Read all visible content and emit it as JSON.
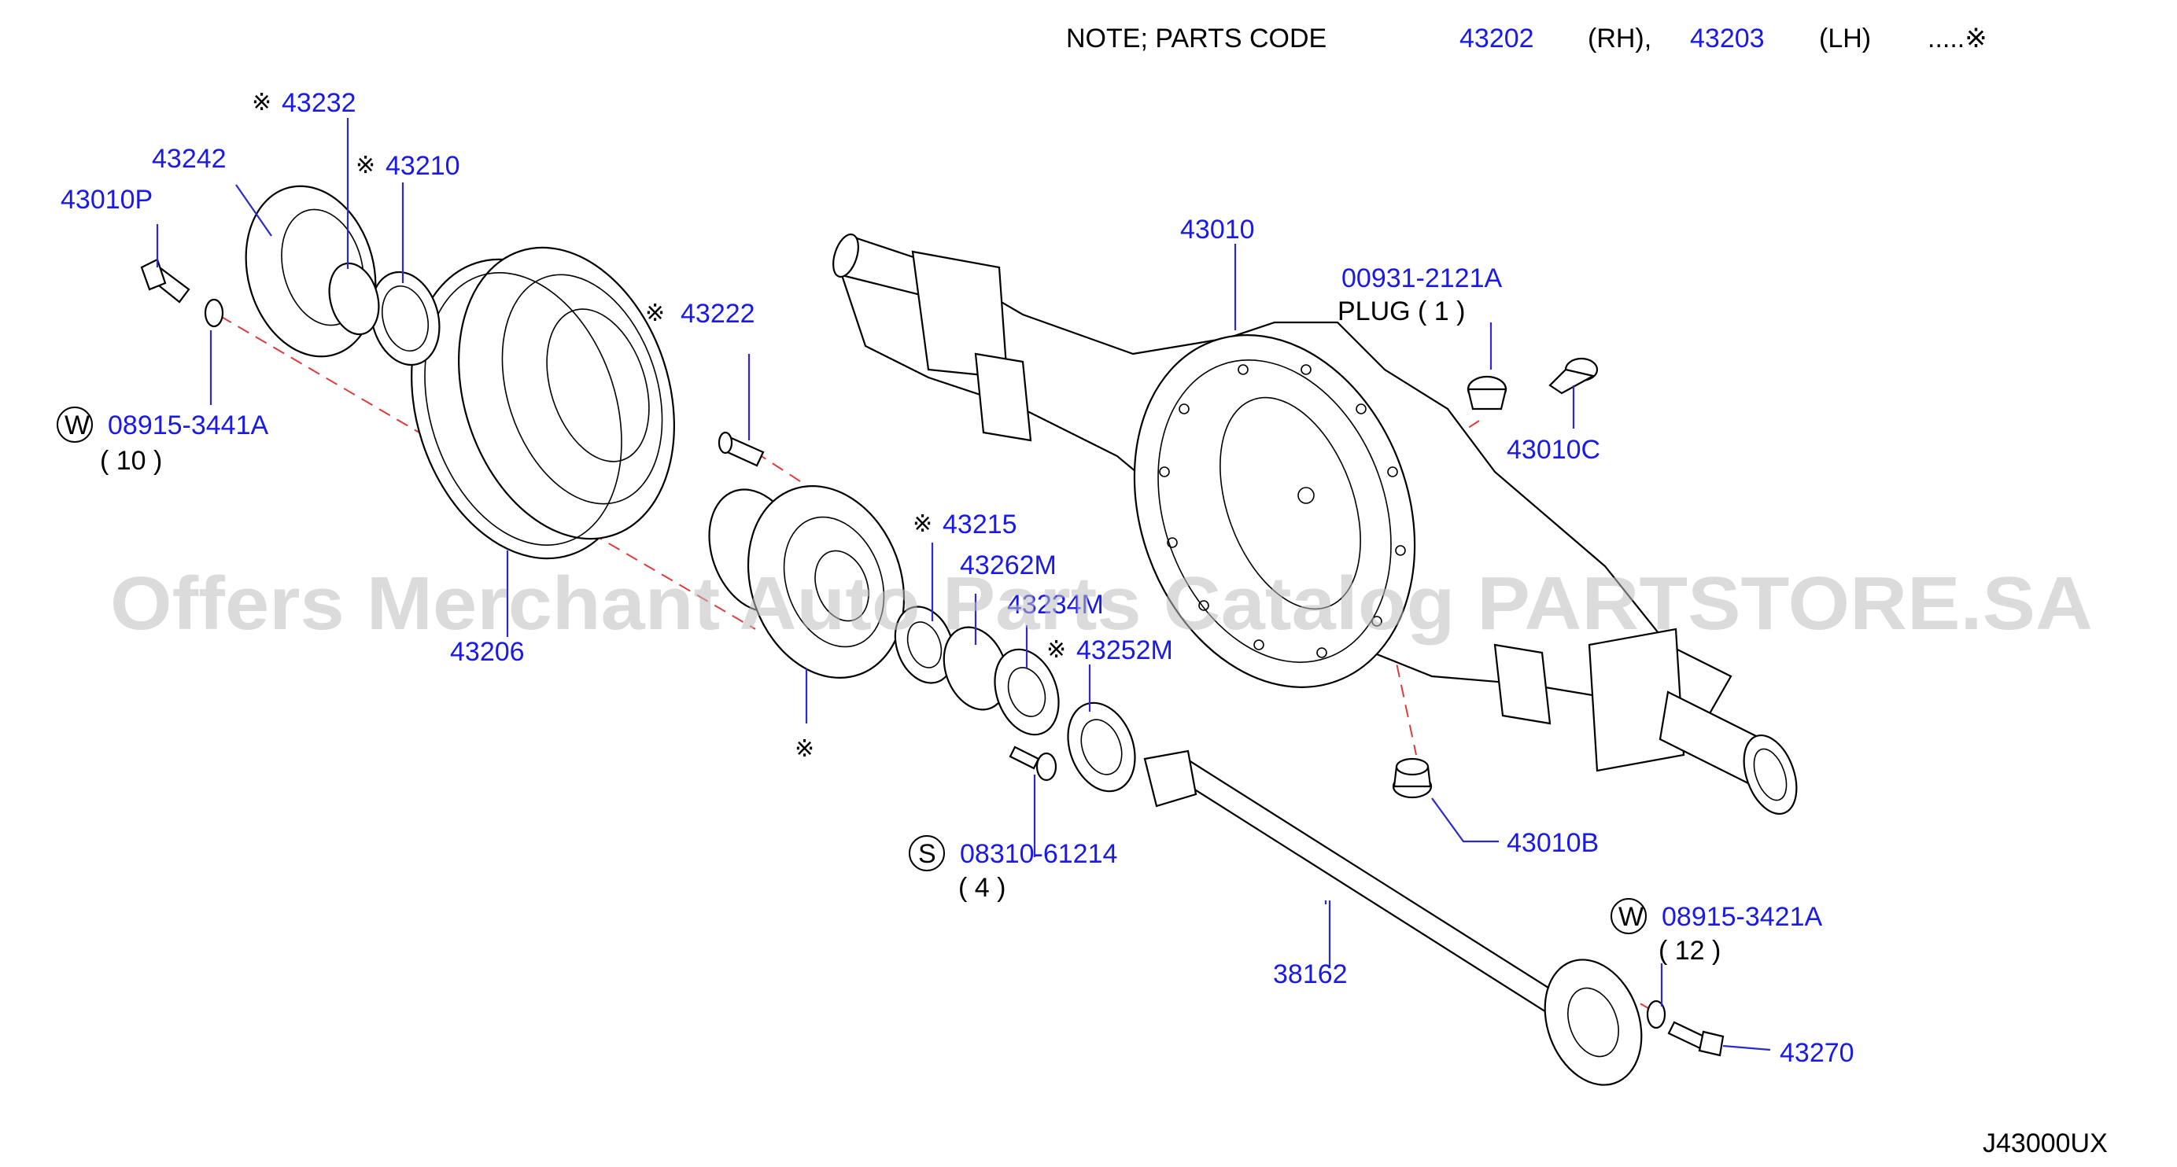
{
  "note": {
    "prefix": "NOTE;  PARTS  CODE",
    "code_rh": "43202",
    "rh": "(RH),",
    "code_lh": "43203",
    "lh": "(LH)",
    "mark": ".....※"
  },
  "watermark": "Offers Merchant Auto Parts Catalog PARTSTORE.SA",
  "figure_id": "J43000UX",
  "marks": {
    "kome": "※",
    "w": "W",
    "s": "S"
  },
  "labels": {
    "p43232": "43232",
    "p43242": "43242",
    "p43210": "43210",
    "p43010P": "43010P",
    "p08915_3441A": "08915-3441A",
    "q10": "( 10 )",
    "p43222": "43222",
    "p43206": "43206",
    "p43215": "43215",
    "p43262M": "43262M",
    "p43234M": "43234M",
    "p43252M": "43252M",
    "p08310_61214": "08310-61214",
    "q4": "( 4 )",
    "p43010": "43010",
    "p00931_2121A": "00931-2121A",
    "plug": "PLUG   ( 1 )",
    "p43010C": "43010C",
    "p43010B": "43010B",
    "p38162": "38162",
    "p08915_3421A": "08915-3421A",
    "q12": "( 12 )",
    "p43270": "43270"
  }
}
